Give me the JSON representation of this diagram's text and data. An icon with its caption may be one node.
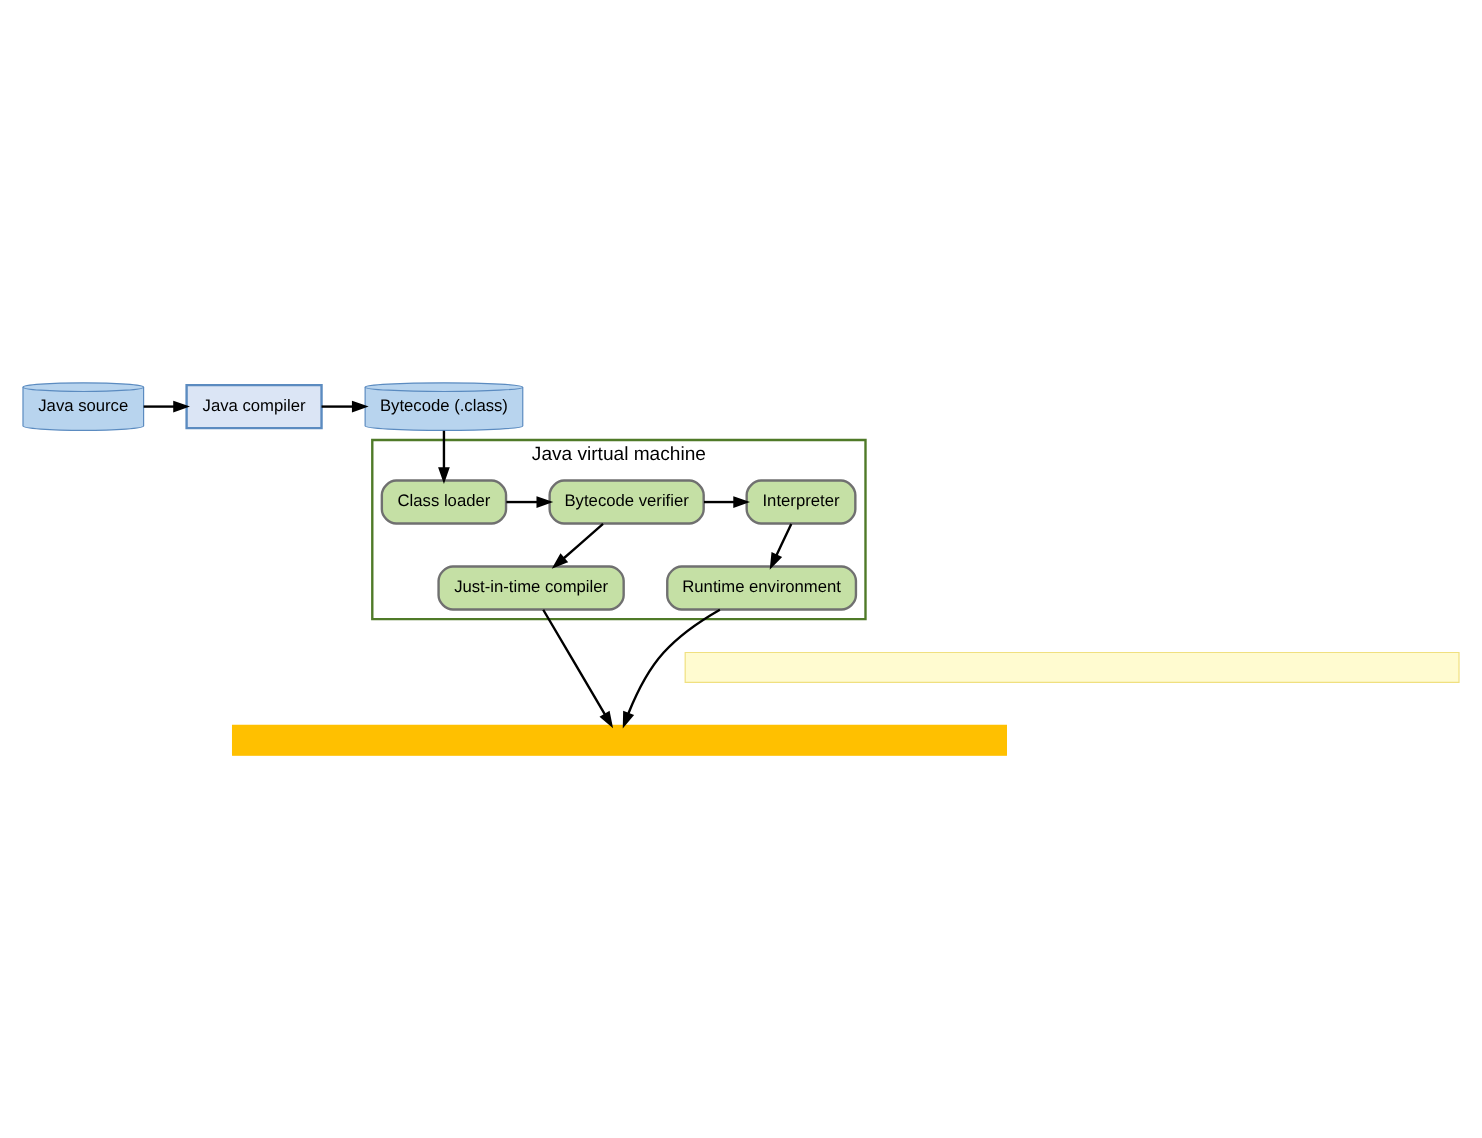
{
  "diagram": {
    "nodes": [
      {
        "text": [
          "Java source"
        ]
      },
      {
        "text": [
          "Java compiler"
        ]
      },
      {
        "text": [
          "Bytecode (.class)"
        ]
      },
      {
        "text": [
          "Java virtual machine"
        ]
      },
      {
        "text": [
          "Interpreter"
        ],
        "in": 3
      },
      {
        "text": [
          "Bytecode verifier"
        ],
        "in": 3
      },
      {
        "text": [
          "Class loader"
        ],
        "in": 3
      },
      {
        "text": [
          "Runtime environment"
        ],
        "in": 3
      },
      {
        "text": [
          "Just-in-time compiler"
        ],
        "in": 3
      },
      {
        "text": [],
        "shape": "bar"
      },
      {
        "text": [],
        "shape": "bar"
      }
    ],
    "edges": [
      {
        "from": 0,
        "to": 1,
        "arrow": "to"
      },
      {
        "from": 1,
        "to": 2,
        "arrow": "to"
      },
      {
        "from": 2,
        "to": 6,
        "arrow": "to"
      },
      {
        "from": 6,
        "to": 5,
        "arrow": "to"
      },
      {
        "from": 5,
        "to": 4,
        "arrow": "to"
      },
      {
        "from": 4,
        "to": 7,
        "arrow": "to"
      },
      {
        "from": 5,
        "to": 8,
        "arrow": "to"
      },
      {
        "from": 7,
        "to": 10,
        "arrow": "to"
      },
      {
        "from": 8,
        "to": 10,
        "arrow": "to"
      }
    ]
  }
}
